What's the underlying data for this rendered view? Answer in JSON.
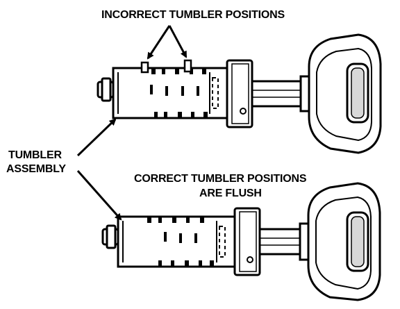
{
  "labels": {
    "incorrect": "INCORRECT TUMBLER POSITIONS",
    "tumbler_line1": "TUMBLER",
    "tumbler_line2": "ASSEMBLY",
    "correct_line1": "CORRECT TUMBLER POSITIONS",
    "correct_line2": "ARE FLUSH"
  },
  "colors": {
    "ink": "#000000",
    "paper": "#ffffff",
    "shade": "#d8d8d8"
  }
}
